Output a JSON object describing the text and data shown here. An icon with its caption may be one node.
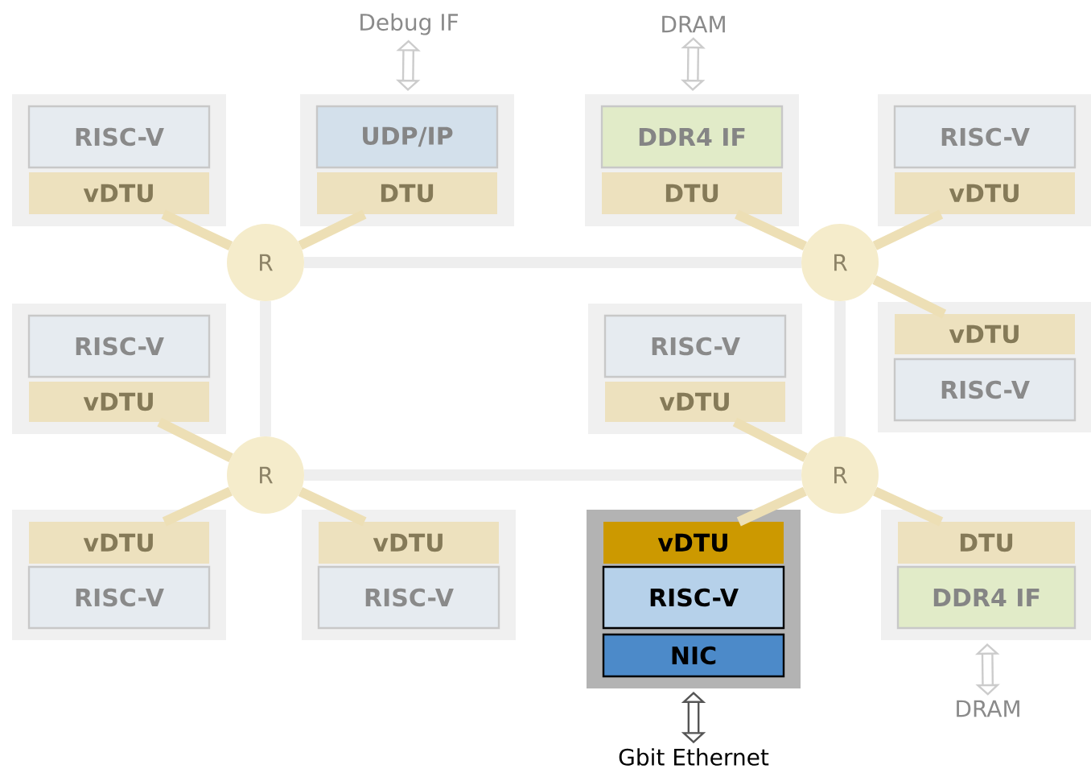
{
  "diagram": {
    "nodes": [
      {
        "text": [
          "Debug IF"
        ]
      },
      {
        "text": [
          "DRAM"
        ]
      },
      {
        "text": [],
        "shape": "box"
      },
      {
        "text": [
          "RISC-V"
        ],
        "in": 2
      },
      {
        "text": [
          "vDTU"
        ],
        "in": 2
      },
      {
        "text": [],
        "shape": "box"
      },
      {
        "text": [
          "UDP/IP"
        ],
        "in": 5
      },
      {
        "text": [
          "DTU"
        ],
        "in": 5
      },
      {
        "text": [],
        "shape": "box"
      },
      {
        "text": [
          "DDR4 IF"
        ],
        "in": 8
      },
      {
        "text": [
          "DTU"
        ],
        "in": 8
      },
      {
        "text": [],
        "shape": "box"
      },
      {
        "text": [
          "RISC-V"
        ],
        "in": 11
      },
      {
        "text": [
          "vDTU"
        ],
        "in": 11
      },
      {
        "text": [
          "R"
        ]
      },
      {
        "text": [
          "R"
        ]
      },
      {
        "text": [],
        "shape": "box"
      },
      {
        "text": [
          "RISC-V"
        ],
        "in": 16
      },
      {
        "text": [
          "vDTU"
        ],
        "in": 16
      },
      {
        "text": [],
        "shape": "box"
      },
      {
        "text": [
          "RISC-V"
        ],
        "in": 19
      },
      {
        "text": [
          "vDTU"
        ],
        "in": 19
      },
      {
        "text": [],
        "shape": "box"
      },
      {
        "text": [
          "vDTU"
        ],
        "in": 22
      },
      {
        "text": [
          "RISC-V"
        ],
        "in": 22
      },
      {
        "text": [
          "R"
        ]
      },
      {
        "text": [
          "R"
        ]
      },
      {
        "text": [],
        "shape": "box"
      },
      {
        "text": [
          "vDTU"
        ],
        "in": 27
      },
      {
        "text": [
          "RISC-V"
        ],
        "in": 27
      },
      {
        "text": [],
        "shape": "box"
      },
      {
        "text": [
          "vDTU"
        ],
        "in": 30
      },
      {
        "text": [
          "RISC-V"
        ],
        "in": 30
      },
      {
        "text": [],
        "shape": "box"
      },
      {
        "text": [
          "vDTU"
        ],
        "in": 33
      },
      {
        "text": [
          "RISC-V"
        ],
        "in": 33
      },
      {
        "text": [
          "NIC"
        ],
        "in": 33
      },
      {
        "text": [],
        "shape": "box"
      },
      {
        "text": [
          "DTU"
        ],
        "in": 37
      },
      {
        "text": [
          "DDR4 IF"
        ],
        "in": 37
      },
      {
        "text": [
          "DRAM"
        ]
      },
      {
        "text": [
          "Gbit Ethernet"
        ]
      }
    ],
    "edges": [
      {
        "from": 0,
        "to": 5,
        "arrow": "both",
        "color": "#cccccc"
      },
      {
        "from": 1,
        "to": 8,
        "arrow": "both",
        "color": "#cccccc"
      },
      {
        "from": 14,
        "to": 15,
        "arrow": "none",
        "color": "#eeeeee"
      },
      {
        "from": 14,
        "to": 25,
        "arrow": "none",
        "color": "#eeeeee"
      },
      {
        "from": 15,
        "to": 26,
        "arrow": "none",
        "color": "#eeeeee"
      },
      {
        "from": 25,
        "to": 26,
        "arrow": "none",
        "color": "#eeeeee"
      },
      {
        "from": 14,
        "to": 4,
        "arrow": "none"
      },
      {
        "from": 14,
        "to": 7,
        "arrow": "none"
      },
      {
        "from": 15,
        "to": 10,
        "arrow": "none"
      },
      {
        "from": 15,
        "to": 13,
        "arrow": "none"
      },
      {
        "from": 15,
        "to": 23,
        "arrow": "none"
      },
      {
        "from": 25,
        "to": 18,
        "arrow": "none"
      },
      {
        "from": 25,
        "to": 28,
        "arrow": "none"
      },
      {
        "from": 25,
        "to": 31,
        "arrow": "none"
      },
      {
        "from": 26,
        "to": 21,
        "arrow": "none"
      },
      {
        "from": 26,
        "to": 34,
        "arrow": "none"
      },
      {
        "from": 26,
        "to": 38,
        "arrow": "none"
      },
      {
        "from": 37,
        "to": 40,
        "arrow": "both",
        "color": "#cccccc"
      },
      {
        "from": 33,
        "to": 41,
        "arrow": "both",
        "color": "#555555"
      }
    ]
  }
}
